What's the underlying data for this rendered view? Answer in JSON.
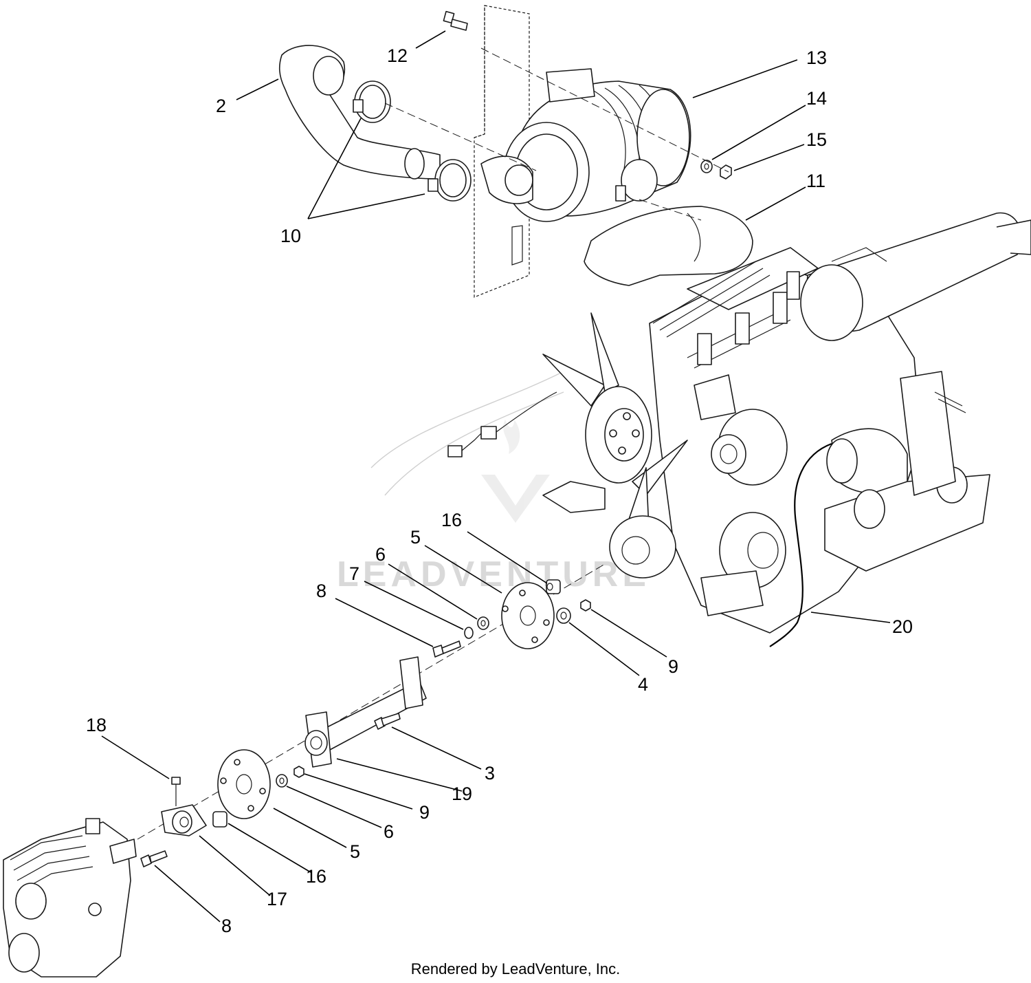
{
  "callouts": [
    {
      "id": "2",
      "label": "2"
    },
    {
      "id": "10",
      "label": "10"
    },
    {
      "id": "12",
      "label": "12"
    },
    {
      "id": "13",
      "label": "13"
    },
    {
      "id": "14",
      "label": "14"
    },
    {
      "id": "15",
      "label": "15"
    },
    {
      "id": "11",
      "label": "11"
    },
    {
      "id": "16a",
      "label": "16"
    },
    {
      "id": "5a",
      "label": "5"
    },
    {
      "id": "6a",
      "label": "6"
    },
    {
      "id": "7",
      "label": "7"
    },
    {
      "id": "8a",
      "label": "8"
    },
    {
      "id": "9a",
      "label": "9"
    },
    {
      "id": "4",
      "label": "4"
    },
    {
      "id": "20",
      "label": "20"
    },
    {
      "id": "18",
      "label": "18"
    },
    {
      "id": "3",
      "label": "3"
    },
    {
      "id": "19",
      "label": "19"
    },
    {
      "id": "9b",
      "label": "9"
    },
    {
      "id": "6b",
      "label": "6"
    },
    {
      "id": "5b",
      "label": "5"
    },
    {
      "id": "16b",
      "label": "16"
    },
    {
      "id": "17",
      "label": "17"
    },
    {
      "id": "8b",
      "label": "8"
    }
  ],
  "watermark": "LEADVENTURE",
  "footer": "Rendered by LeadVenture, Inc."
}
